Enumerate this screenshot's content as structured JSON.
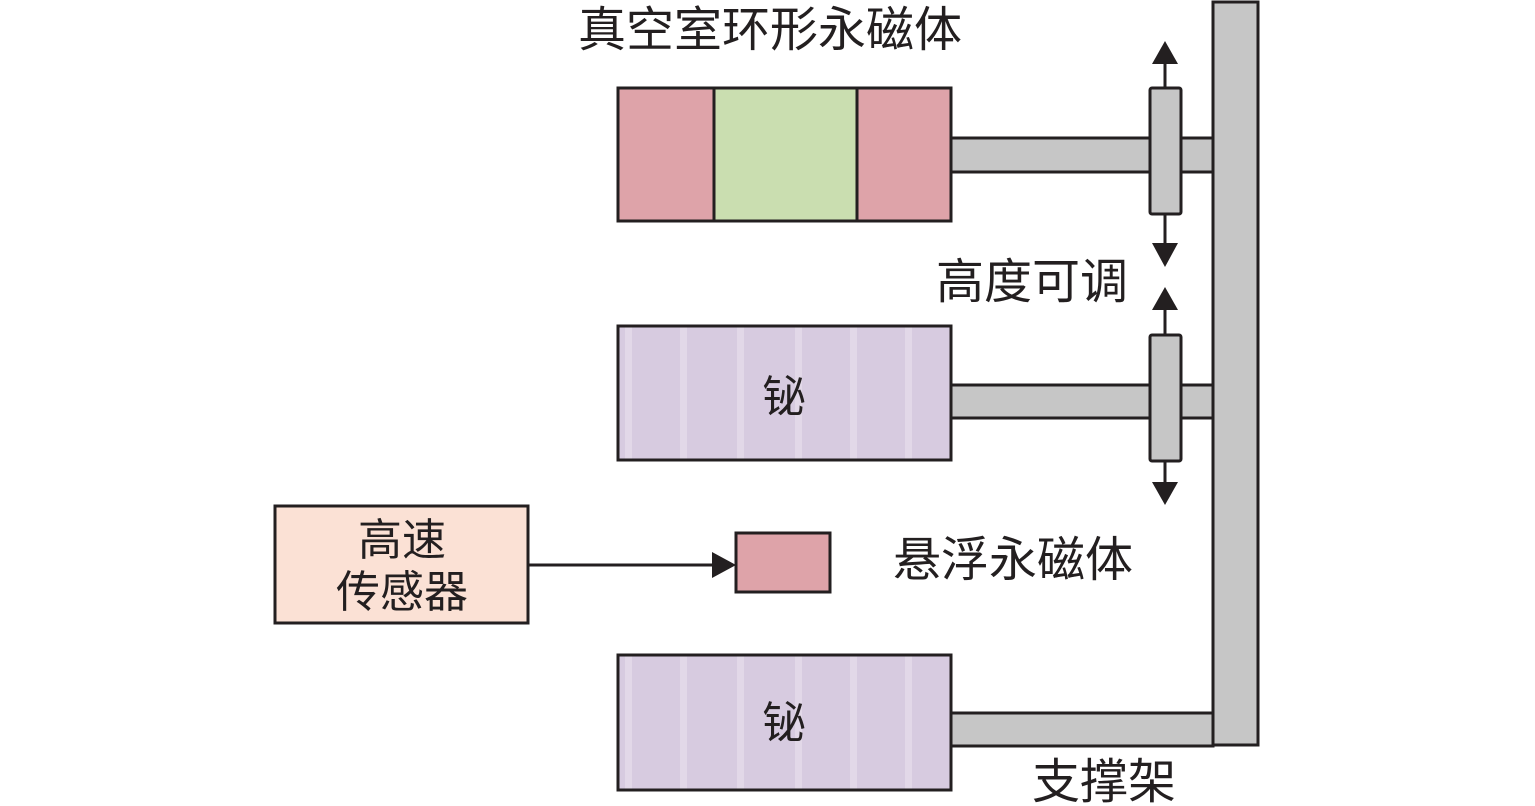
{
  "labels": {
    "ring_magnet": "真空室环形永磁体",
    "height_adjustable": "高度可调",
    "bismuth_top": "铋",
    "bismuth_bottom": "铋",
    "sensor_line1": "高速",
    "sensor_line2": "传感器",
    "levitating_magnet": "悬浮永磁体",
    "support_frame": "支撑架"
  },
  "colors": {
    "magnet_red": "#dea3a9",
    "ring_green": "#cadeb0",
    "bismuth_purple": "#d7cbe0",
    "bismuth_stripe": "#e2d8e8",
    "frame_gray": "#c6c6c6",
    "sensor_peach": "#fbe1d5",
    "outline": "#231f20"
  }
}
